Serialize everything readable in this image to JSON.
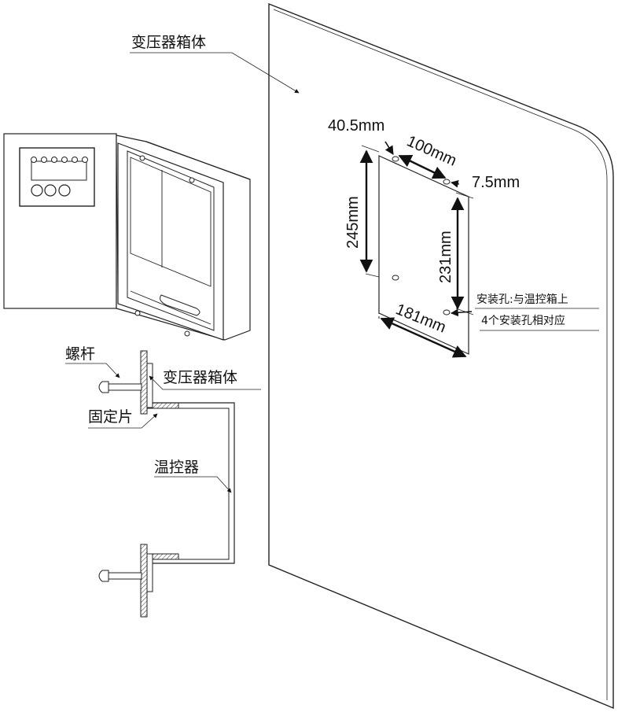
{
  "labels": {
    "tank_top": "变压器箱体",
    "screw": "螺杆",
    "tank_side": "变压器箱体",
    "bracket": "固定片",
    "controller": "温控器"
  },
  "dimensions": {
    "d_40_5": "40.5mm",
    "d_100": "100mm",
    "d_7_5": "7.5mm",
    "d_245": "245mm",
    "d_231": "231mm",
    "d_181": "181mm"
  },
  "note": {
    "line1": "安装孔:与温控箱上",
    "line2": "4个安装孔相对应"
  },
  "colors": {
    "line": "#222222",
    "fill": "#ffffff"
  }
}
